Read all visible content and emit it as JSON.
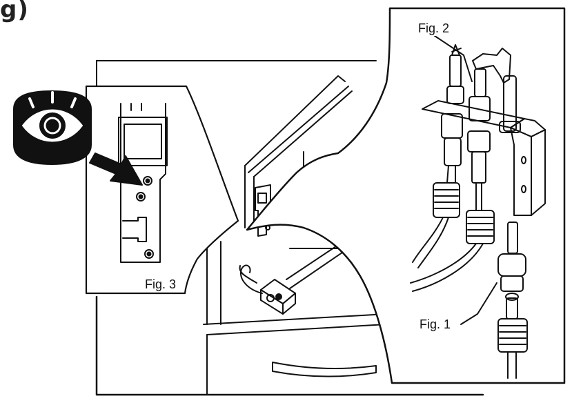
{
  "heading": "g)",
  "figures": {
    "fig1": "Fig. 1",
    "fig2": "Fig. 2",
    "fig3": "Fig. 3"
  },
  "icons": {
    "inspect": "eye-icon",
    "pointer": "arrow-icon"
  }
}
